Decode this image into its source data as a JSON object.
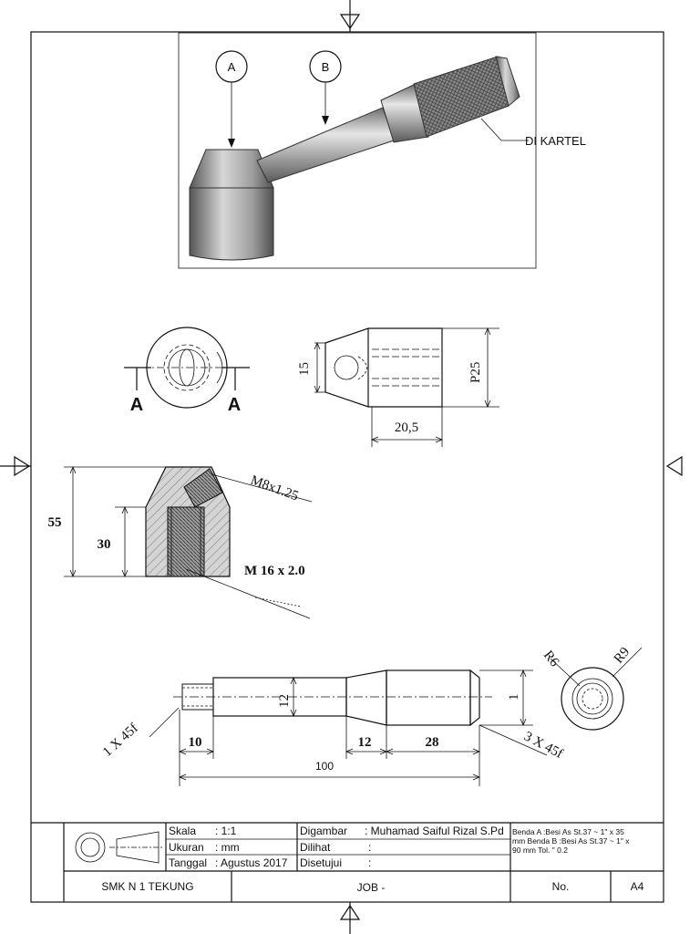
{
  "callouts": {
    "a": "A",
    "b": "B",
    "knurl": "DI KARTEL"
  },
  "section": {
    "left": "A",
    "right": "A"
  },
  "dims": {
    "d15": "15",
    "p25": "P25",
    "w20_5": "20,5",
    "h55": "55",
    "h30": "30",
    "m8": "M8x1.25",
    "m16": "M 16 x 2.0",
    "d12": "12",
    "one": "1",
    "ch1": "1 X 45f",
    "l10": "10",
    "l12": "12",
    "l28": "28",
    "ch3": "3 X 45f",
    "l100": "100",
    "r6": "R6",
    "r9": "R9"
  },
  "title_block": {
    "skala_k": "Skala",
    "skala_v": ": 1:1",
    "ukuran_k": "Ukuran",
    "ukuran_v": ": mm",
    "tanggal_k": "Tanggal",
    "tanggal_v": ": Agustus 2017",
    "digambar_k": "Digambar",
    "digambar_v": ": Muhamad Saiful Rizal S.Pd",
    "dilihat_k": "Dilihat",
    "dilihat_v": ":",
    "disetujui_k": "Disetujui",
    "disetujui_v": ":",
    "mat1": "Benda  A :Besi  As  St.37  ~    1\" x 35",
    "mat2": "mm Benda  B :Besi  As  St.37  ~    1\" x",
    "mat3": "90 mm Tol. \" 0.2",
    "school": "SMK N 1 TEKUNG",
    "job": "JOB -",
    "no": "No.",
    "size": "A4"
  },
  "colors": {
    "line": "#111111",
    "metal_light": "#e8e8e8",
    "metal_dark": "#6a6a6a",
    "hatch": "#bdbdbd"
  }
}
